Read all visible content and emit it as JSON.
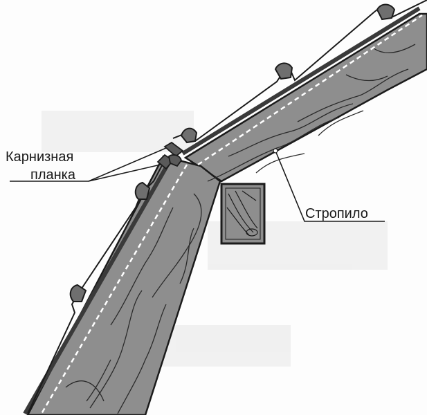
{
  "labels": {
    "cornice_strip_line1": "Карнизная",
    "cornice_strip_line2": "планка",
    "rafter": "Стропило"
  },
  "colors": {
    "timber": "#8e8e8e",
    "timber_dark": "#6f6f6f",
    "outline": "#1b1b1b",
    "sheet": "#3a3a3a",
    "nail_line": "#ffffff",
    "background": "#fdfdfd"
  }
}
